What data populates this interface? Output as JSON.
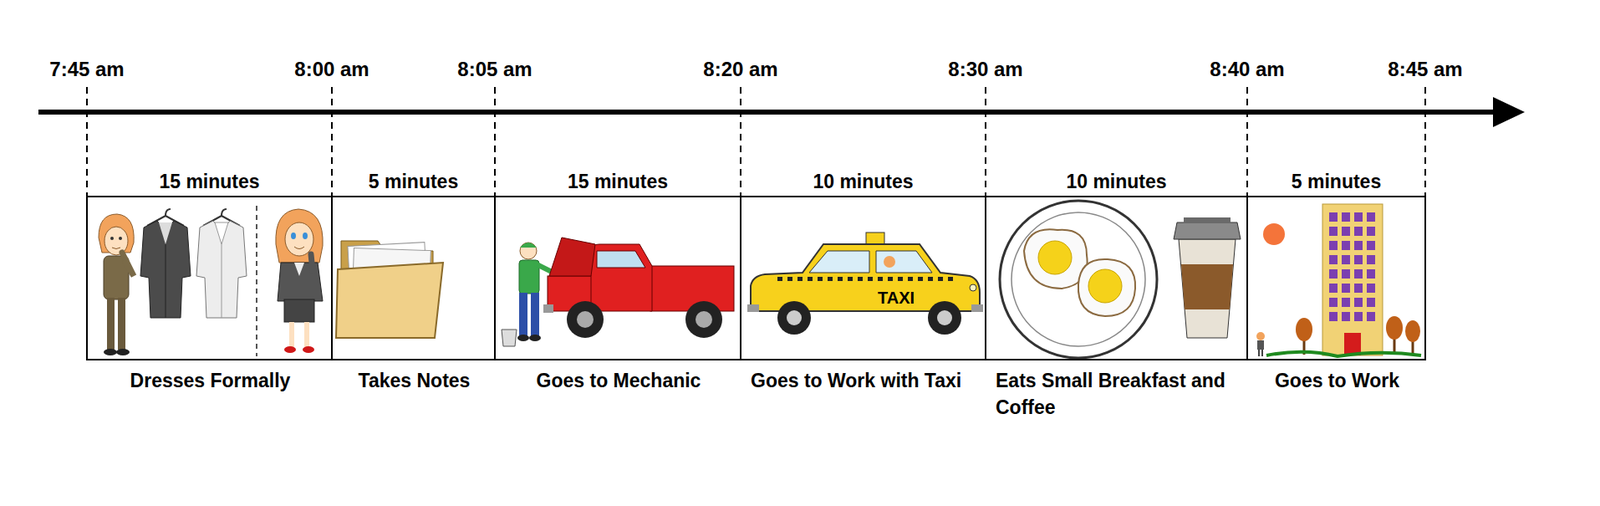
{
  "diagram": {
    "nodes": [
      {
        "text": [
          "15 minutes",
          "Dresses Formally"
        ]
      },
      {
        "text": [
          "5 minutes",
          "Takes Notes"
        ]
      },
      {
        "text": [
          "15 minutes",
          "Goes to Mechanic"
        ]
      },
      {
        "text": [
          "10 minutes",
          "Goes to Work with Taxi"
        ]
      },
      {
        "text": [
          "10 minutes",
          "Eats Small Breakfast and Coffee"
        ]
      },
      {
        "text": [
          "5 minutes",
          "Goes to Work"
        ]
      }
    ],
    "labels": [
      "7:45 am",
      "8:00 am",
      "8:05 am",
      "8:20 am",
      "8:30 am",
      "8:40 am",
      "8:45 am",
      "TAXI"
    ]
  }
}
